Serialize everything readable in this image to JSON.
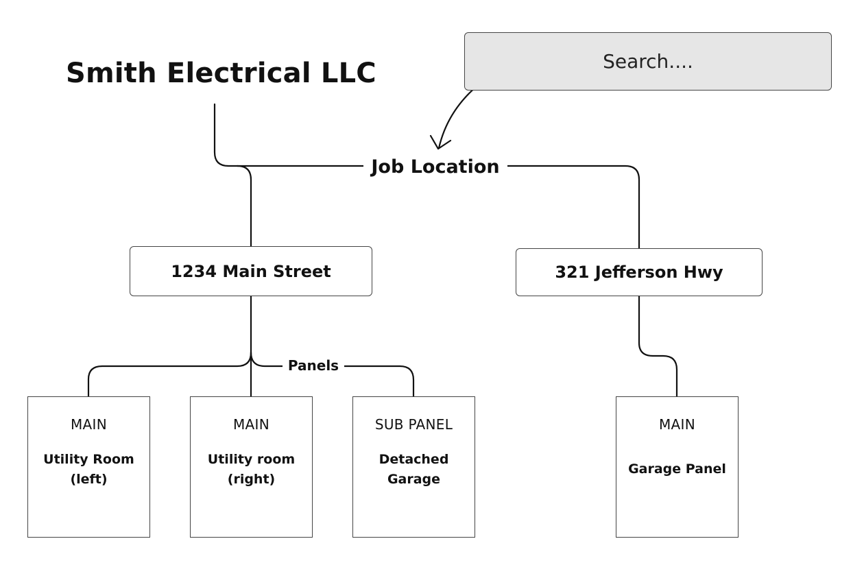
{
  "company": {
    "name": "Smith Electrical LLC"
  },
  "search": {
    "placeholder": "Search...."
  },
  "tree": {
    "job_location_label": "Job Location",
    "panels_label": "Panels",
    "locations": [
      {
        "address": "1234 Main Street",
        "panels": [
          {
            "type": "MAIN",
            "name": "Utility Room\n(left)"
          },
          {
            "type": "MAIN",
            "name": "Utility room\n(right)"
          },
          {
            "type": "SUB PANEL",
            "name": "Detached\nGarage"
          }
        ]
      },
      {
        "address": "321 Jefferson Hwy",
        "panels": [
          {
            "type": "MAIN",
            "name": "Garage Panel"
          }
        ]
      }
    ]
  }
}
